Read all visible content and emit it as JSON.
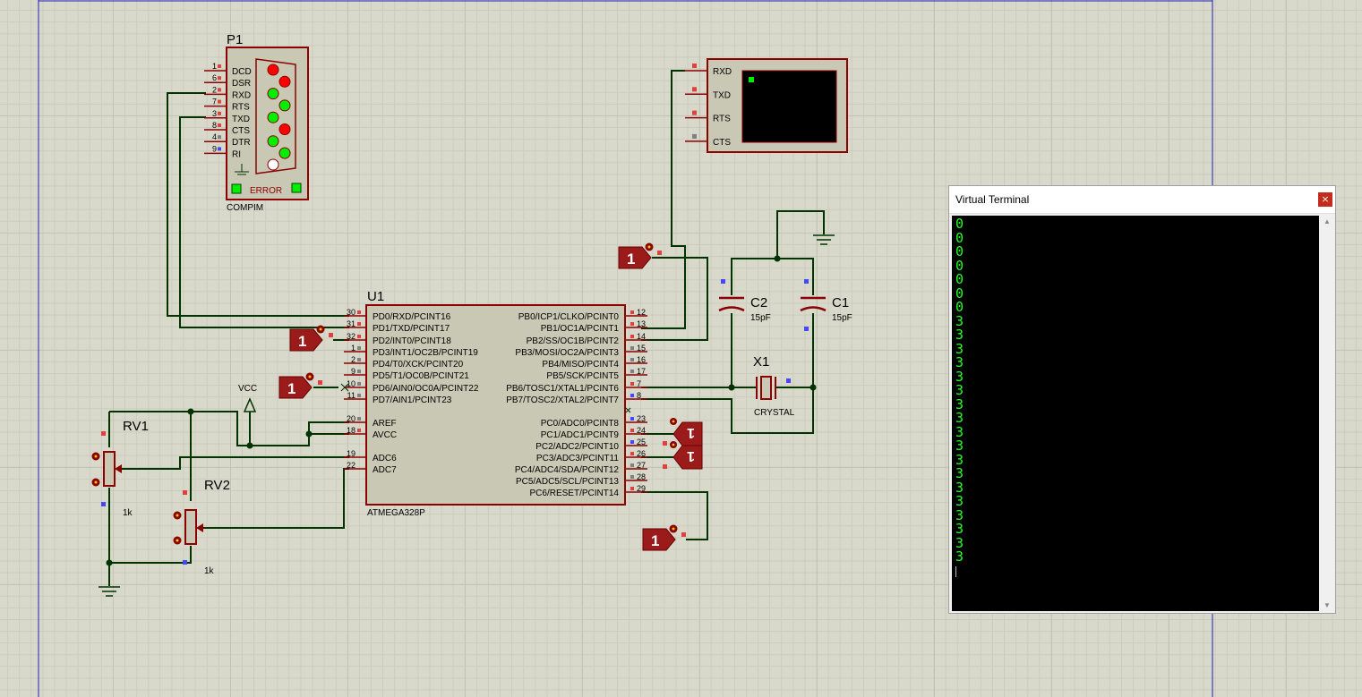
{
  "schematic": {
    "P1": {
      "ref": "P1",
      "type": "COMPIM",
      "error": "ERROR",
      "pins": [
        {
          "num": "1",
          "name": "DCD",
          "state": "red"
        },
        {
          "num": "6",
          "name": "DSR",
          "state": "red"
        },
        {
          "num": "2",
          "name": "RXD",
          "state": "green"
        },
        {
          "num": "7",
          "name": "RTS",
          "state": "green"
        },
        {
          "num": "3",
          "name": "TXD",
          "state": "green"
        },
        {
          "num": "8",
          "name": "CTS",
          "state": "red"
        },
        {
          "num": "4",
          "name": "DTR",
          "state": "green"
        },
        {
          "num": "9",
          "name": "RI",
          "state": "green"
        }
      ]
    },
    "terminal_symbol": {
      "pins": [
        "RXD",
        "TXD",
        "RTS",
        "CTS"
      ]
    },
    "U1": {
      "ref": "U1",
      "part": "ATMEGA328P",
      "left_pins": [
        {
          "num": "30",
          "name": "PD0/RXD/PCINT16"
        },
        {
          "num": "31",
          "name": "PD1/TXD/PCINT17"
        },
        {
          "num": "32",
          "name": "PD2/INT0/PCINT18"
        },
        {
          "num": "1",
          "name": "PD3/INT1/OC2B/PCINT19"
        },
        {
          "num": "2",
          "name": "PD4/T0/XCK/PCINT20"
        },
        {
          "num": "9",
          "name": "PD5/T1/OC0B/PCINT21"
        },
        {
          "num": "10",
          "name": "PD6/AIN0/OC0A/PCINT22"
        },
        {
          "num": "11",
          "name": "PD7/AIN1/PCINT23"
        },
        {
          "num": "20",
          "name": "AREF"
        },
        {
          "num": "18",
          "name": "AVCC"
        },
        {
          "num": "19",
          "name": "ADC6"
        },
        {
          "num": "22",
          "name": "ADC7"
        }
      ],
      "right_pins": [
        {
          "num": "12",
          "name": "PB0/ICP1/CLKO/PCINT0"
        },
        {
          "num": "13",
          "name": "PB1/OC1A/PCINT1"
        },
        {
          "num": "14",
          "name": "PB2/SS/OC1B/PCINT2"
        },
        {
          "num": "15",
          "name": "PB3/MOSI/OC2A/PCINT3"
        },
        {
          "num": "16",
          "name": "PB4/MISO/PCINT4"
        },
        {
          "num": "17",
          "name": "PB5/SCK/PCINT5"
        },
        {
          "num": "7",
          "name": "PB6/TOSC1/XTAL1/PCINT6"
        },
        {
          "num": "8",
          "name": "PB7/TOSC2/XTAL2/PCINT7"
        },
        {
          "num": "23",
          "name": "PC0/ADC0/PCINT8"
        },
        {
          "num": "24",
          "name": "PC1/ADC1/PCINT9"
        },
        {
          "num": "25",
          "name": "PC2/ADC2/PCINT10"
        },
        {
          "num": "26",
          "name": "PC3/ADC3/PCINT11"
        },
        {
          "num": "27",
          "name": "PC4/ADC4/SDA/PCINT12"
        },
        {
          "num": "28",
          "name": "PC5/ADC5/SCL/PCINT13"
        },
        {
          "num": "29",
          "name": "PC6/RESET/PCINT14"
        }
      ]
    },
    "C1": {
      "ref": "C1",
      "value": "15pF"
    },
    "C2": {
      "ref": "C2",
      "value": "15pF"
    },
    "X1": {
      "ref": "X1",
      "value": "CRYSTAL"
    },
    "RV1": {
      "ref": "RV1",
      "value": "1k"
    },
    "RV2": {
      "ref": "RV2",
      "value": "1k"
    },
    "vcc_label": "VCC",
    "logic_probe_value": "1"
  },
  "virtual_terminal": {
    "title": "Virtual Terminal",
    "close_glyph": "×",
    "lines": [
      "0",
      "0",
      "0",
      "0",
      "0",
      "0",
      "0",
      "3",
      "3",
      "3",
      "3",
      "3",
      "3",
      "3",
      "3",
      "3",
      "3",
      "3",
      "3",
      "3",
      "3",
      "3",
      "3",
      "3",
      "3"
    ]
  },
  "colors": {
    "wire": "#003300",
    "component": "#8b0000",
    "body_fill": "#c8c8b4",
    "led_red": "#ff0000",
    "led_green": "#00ee00",
    "terminal_text": "#22ff22"
  }
}
